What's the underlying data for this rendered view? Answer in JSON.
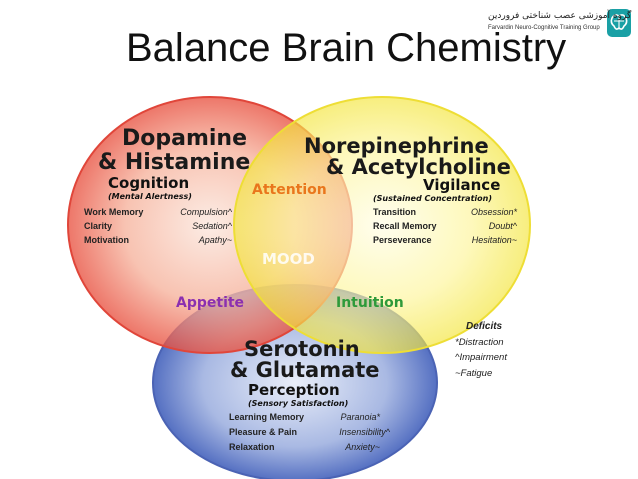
{
  "slide": {
    "title": "Balance Brain Chemistry"
  },
  "logo": {
    "persian_text": "گروه آموزشی عصب شناختی فروردین",
    "english_text": "Farvardin Neuro-Cognitive Training Group",
    "icon": "brain-icon"
  },
  "circles": {
    "top_left": {
      "title_line1": "Dopamine",
      "title_line2": "& Histamine",
      "function": "Cognition",
      "subtitle": "(Mental Alertness)",
      "items": [
        {
          "left": "Work Memory",
          "right": "Compulsion^"
        },
        {
          "left": "Clarity",
          "right": "Sedation^"
        },
        {
          "left": "Motivation",
          "right": "Apathy~"
        }
      ],
      "color": "#e8564a"
    },
    "top_right": {
      "title_line1": "Norepinephrine",
      "title_line2": "& Acetylcholine",
      "function": "Vigilance",
      "subtitle": "(Sustained Concentration)",
      "items": [
        {
          "left": "Transition",
          "right": "Obsession*"
        },
        {
          "left": "Recall Memory",
          "right": "Doubt^"
        },
        {
          "left": "Perseverance",
          "right": "Hesitation~"
        }
      ],
      "color": "#f5ec52"
    },
    "bottom": {
      "title_line1": "Serotonin",
      "title_line2": "& Glutamate",
      "function": "Perception",
      "subtitle": "(Sensory Satisfaction)",
      "items": [
        {
          "left": "Learning Memory",
          "right": "Paranoia*"
        },
        {
          "left": "Pleasure & Pain",
          "right": "Insensibility^"
        },
        {
          "left": "Relaxation",
          "right": "Anxiety~"
        }
      ],
      "color": "#5b78c6"
    }
  },
  "overlaps": {
    "attention": "Attention",
    "appetite": "Appetite",
    "intuition": "Intuition",
    "mood": "MOOD"
  },
  "overlap_colors": {
    "attention": "#e9761c",
    "appetite": "#8b2fb0",
    "intuition": "#2e9a3a"
  },
  "deficits": {
    "title": "Deficits",
    "items": [
      "*Distraction",
      "^Impairment",
      "~Fatigue"
    ]
  }
}
